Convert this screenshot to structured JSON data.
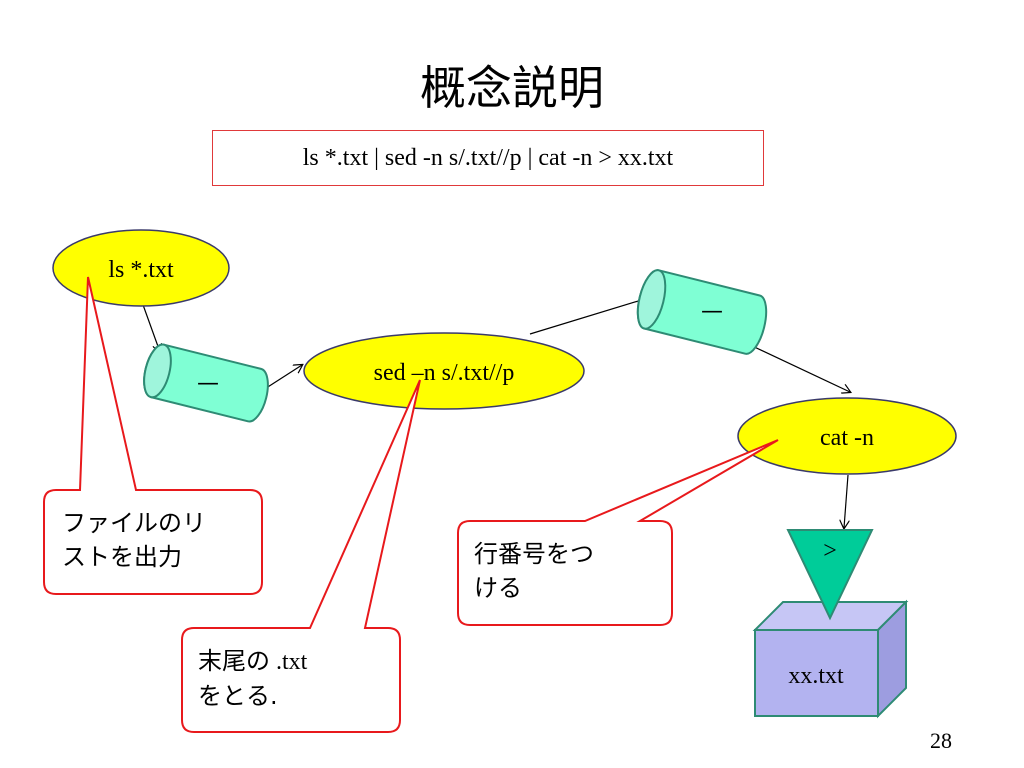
{
  "slide": {
    "title": "概念説明",
    "command": "ls *.txt | sed -n s/.txt//p | cat -n > xx.txt",
    "page_number": "28"
  },
  "nodes": {
    "ls": "ls *.txt",
    "sed": "sed –n s/.txt//p",
    "cat": "cat -n",
    "pipe1": "—",
    "pipe2": "—",
    "redirect": ">",
    "file": "xx.txt"
  },
  "callouts": {
    "ls_line1": "ファイルのリ",
    "ls_line2": "ストを出力",
    "sed_line1_ja": "末尾の",
    "sed_line1_code": " .txt",
    "sed_line2": "をとる.",
    "cat_line1": "行番号をつ",
    "cat_line2": "ける"
  },
  "colors": {
    "ellipse_fill": "#ffff00",
    "pipe_fill": "#7fffd4",
    "pipe_stroke": "#2e8b74",
    "callout_stroke": "#e8191c",
    "triangle_fill": "#00cc99",
    "box_fill": "#b3b3f0"
  }
}
